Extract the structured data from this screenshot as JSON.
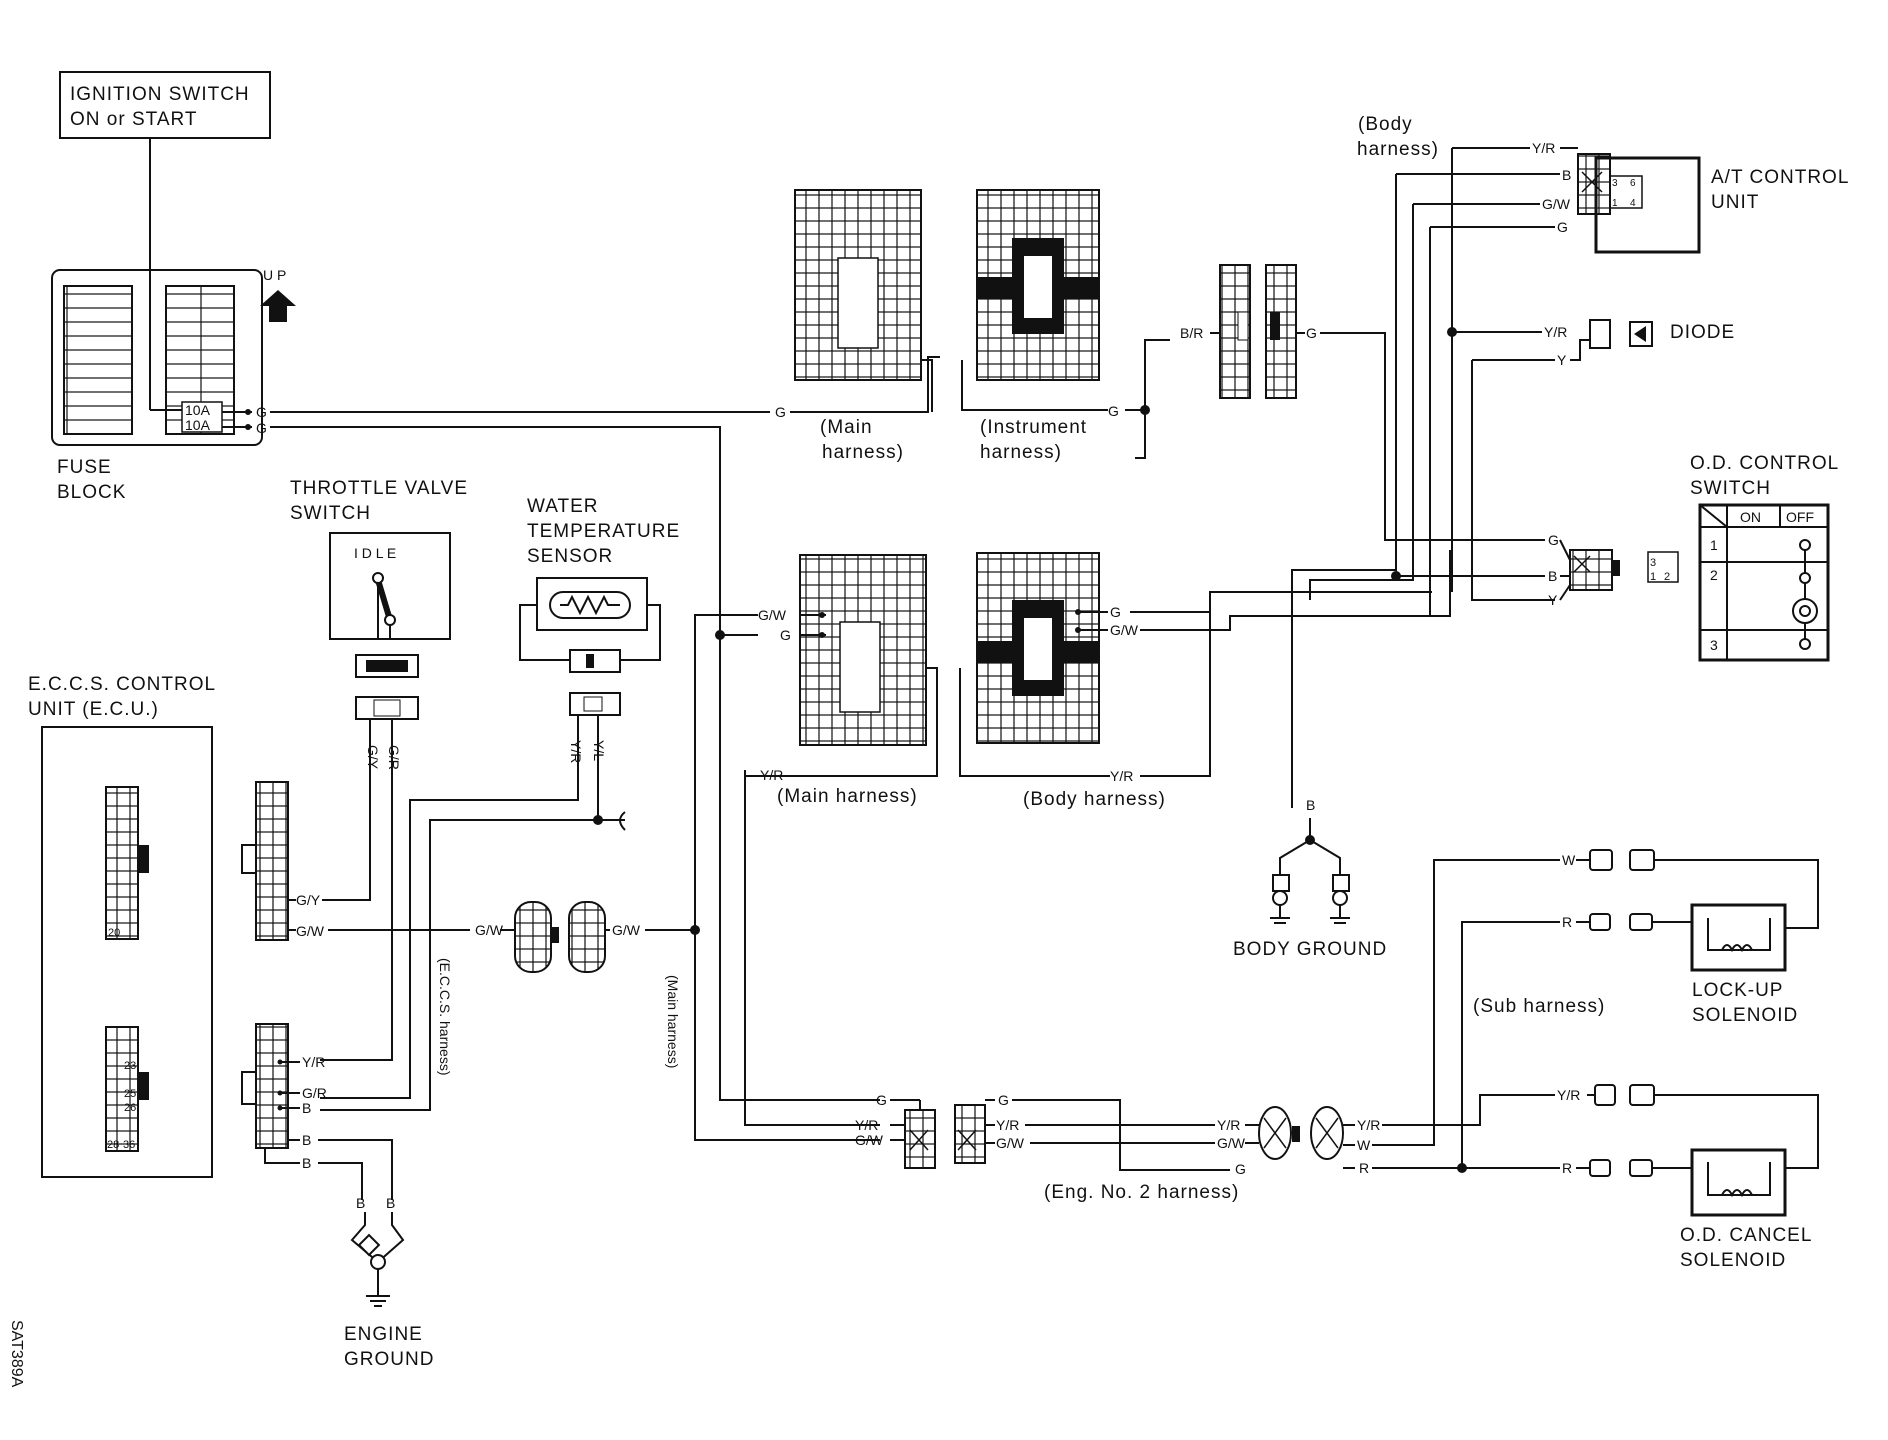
{
  "labels": {
    "ignition_switch": [
      "IGNITION SWITCH",
      "ON or START"
    ],
    "fuse_block": [
      "FUSE",
      "BLOCK"
    ],
    "fuse_up": "U P",
    "fuse_amps": [
      "10A",
      "10A"
    ],
    "throttle_valve_switch": [
      "THROTTLE VALVE",
      "SWITCH"
    ],
    "throttle_idle": "I D L E",
    "water_temperature_sensor": [
      "WATER",
      "TEMPERATURE",
      "SENSOR"
    ],
    "eccs_control_unit": [
      "E.C.C.S. CONTROL",
      "UNIT (E.C.U.)"
    ],
    "ecu_pins": [
      "20",
      "23",
      "25",
      "26",
      "28",
      "36"
    ],
    "engine_ground": [
      "ENGINE",
      "GROUND"
    ],
    "body_ground": "BODY GROUND",
    "at_control_unit": [
      "A/T CONTROL",
      "UNIT"
    ],
    "at_pins": [
      "3",
      "6",
      "1",
      "4"
    ],
    "diode": "DIODE",
    "od_control_switch": [
      "O.D. CONTROL",
      "SWITCH"
    ],
    "od_switch_table": {
      "header": [
        "ON",
        "OFF"
      ],
      "rows": [
        "1",
        "2",
        "3"
      ]
    },
    "od_connector_pins": [
      "3",
      "1",
      "2"
    ],
    "lockup_solenoid": [
      "LOCK-UP",
      "SOLENOID"
    ],
    "od_cancel_solenoid": [
      "O.D. CANCEL",
      "SOLENOID"
    ],
    "figure_code": "SAT389A"
  },
  "harnesses": {
    "main_1": [
      "(Main",
      "harness)"
    ],
    "instrument": [
      "(Instrument",
      "harness)"
    ],
    "body_top": [
      "(Body",
      "harness)"
    ],
    "main_2": "(Main harness)",
    "body_mid": "(Body harness)",
    "eccs": "(E.C.C.S. harness)",
    "main_vertical": "(Main harness)",
    "sub": "(Sub harness)",
    "eng_no2": "(Eng. No. 2 harness)"
  },
  "wire_colors": {
    "G": "G",
    "B": "B",
    "B_R": "B/R",
    "G_W": "G/W",
    "G_Y": "G/Y",
    "G_R": "G/R",
    "Y_R": "Y/R",
    "Y_L": "Y/L",
    "Y": "Y",
    "W": "W",
    "R": "R"
  }
}
